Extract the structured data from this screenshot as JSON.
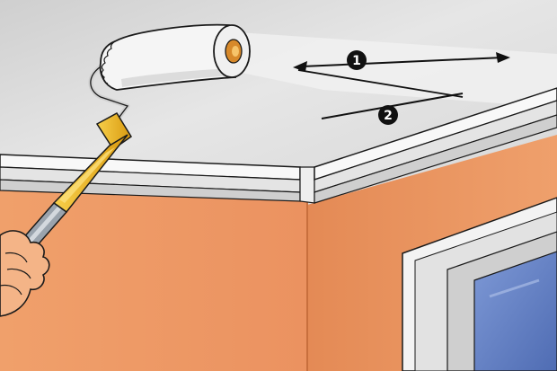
{
  "illustration": {
    "subject": "roller-painting-ceiling",
    "colors": {
      "ceiling": "#dedede",
      "ceiling_light": "#f2f2f2",
      "wall_left": "#ef9a63",
      "wall_right": "#e9935e",
      "molding": "#f7f7f7",
      "outline": "#1a1a1a",
      "handle": "#f2b81d",
      "roller": "#f4f4f4",
      "roller_core": "#d88a2a",
      "skin": "#f4b487",
      "window_frame": "#eaeaea",
      "glass": "#6a86c8"
    }
  },
  "directions": [
    {
      "number": "1",
      "shape": "double-headed-arrow"
    },
    {
      "number": "2",
      "shape": "line"
    }
  ]
}
